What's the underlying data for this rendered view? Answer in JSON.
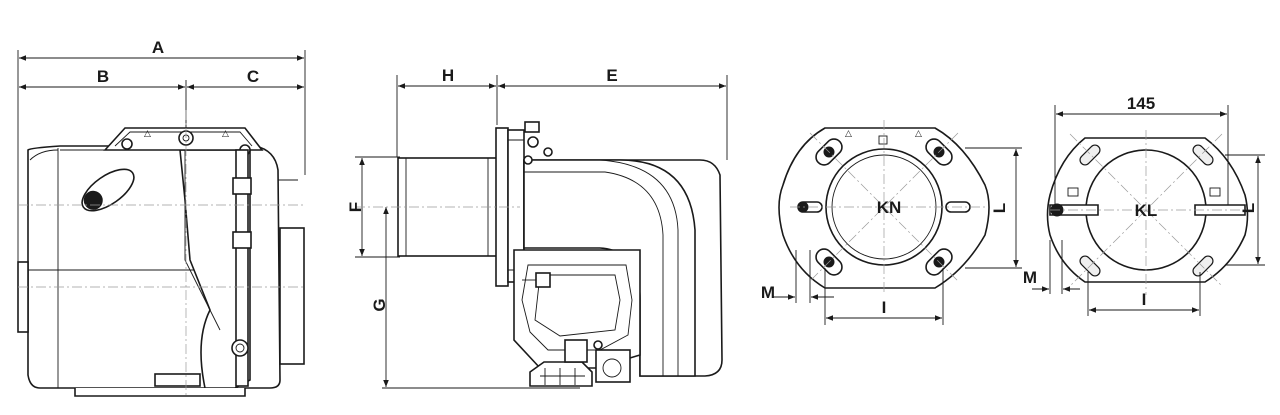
{
  "labels": {
    "A": "A",
    "B": "B",
    "C": "C",
    "H": "H",
    "E": "E",
    "F": "F",
    "G": "G",
    "KN": "KN",
    "L_kn": "L",
    "I_kn": "I",
    "M_kn": "M",
    "dim_145": "145",
    "KL": "KL",
    "L_kl": "L",
    "I_kl": "I",
    "M_kl": "M"
  },
  "icons": [
    "warning-triangle-icon",
    "arrow-head-icon"
  ],
  "colors": {
    "line": "#1a1a1a",
    "centerline": "#9a9a9a",
    "background": "#ffffff"
  }
}
